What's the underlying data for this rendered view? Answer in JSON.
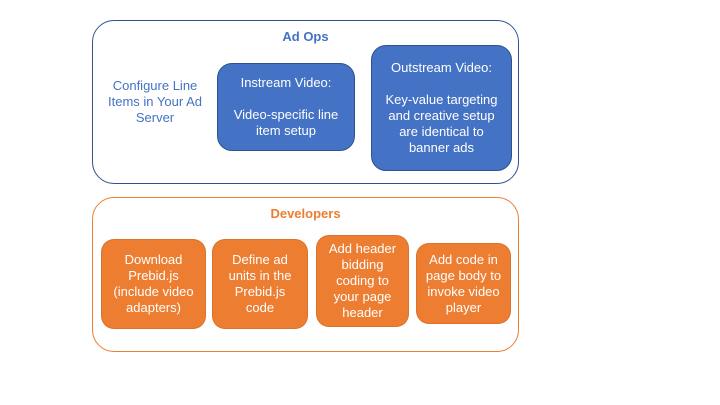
{
  "ad_ops": {
    "title": "Ad Ops",
    "side_note": "Configure Line\nItems in Your Ad\nServer",
    "boxes": [
      {
        "title": "Instream Video:",
        "body": "Video-specific line\nitem setup"
      },
      {
        "title": "Outstream Video:",
        "body": "Key-value targeting\nand creative setup\nare identical to\nbanner ads"
      }
    ]
  },
  "developers": {
    "title": "Developers",
    "steps": [
      "Download\nPrebid.js\n(include video\nadapters)",
      "Define ad\nunits in the\nPrebid.js\ncode",
      "Add header\nbidding\ncoding to\nyour page\nheader",
      "Add code in\npage body to\ninvoke video\nplayer"
    ]
  },
  "colors": {
    "blue_fill": "#4472C4",
    "blue_border": "#2F528F",
    "blue_container_border": "#2E5395",
    "blue_text": "#4472C4",
    "orange_fill": "#ED7D31",
    "orange_text": "#ED7D31",
    "box_text": "#FFFFFF",
    "background": "#FFFFFF"
  }
}
